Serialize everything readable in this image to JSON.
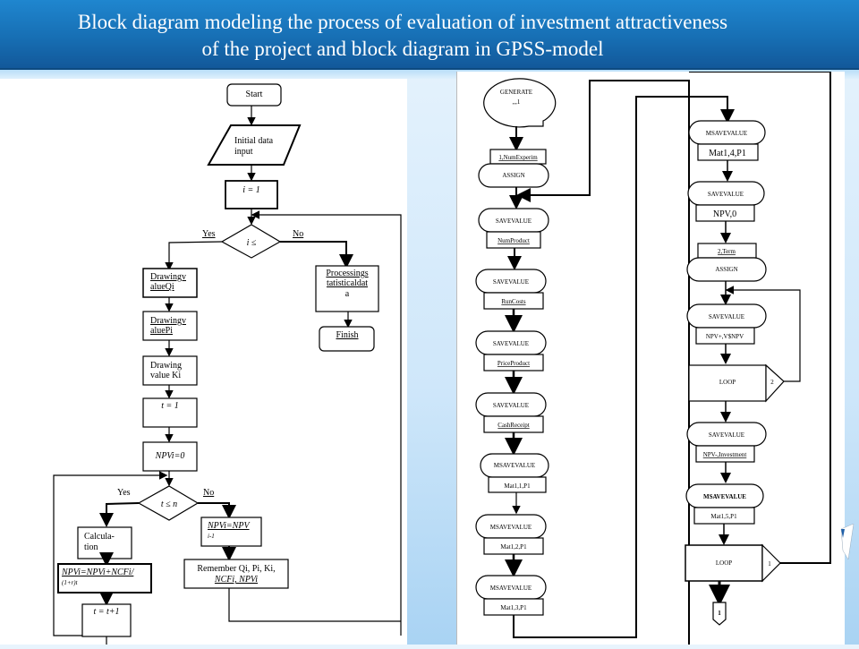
{
  "header": {
    "title_line1": "Block diagram modeling the process of evaluation of investment attractiveness",
    "title_line2": "of the project and block diagram in GPSS-model"
  },
  "left_diagram": {
    "start": "Start",
    "input_line1": "Initial data",
    "input_line2": "input",
    "init_i": "i = 1",
    "decision1": "i ≤",
    "yes1": "Yes",
    "no1": "No",
    "draw_q_line1": "Drawingv",
    "draw_q_line2": "alueQi",
    "draw_p_line1": "Drawingv",
    "draw_p_line2": "aluePi",
    "draw_k_line1": "Drawing",
    "draw_k_line2": "value Ki",
    "init_t": "t = 1",
    "npv_zero": "NPVi=0",
    "processing_line1": "Processings",
    "processing_line2": "tatisticaldat",
    "processing_line3": "a",
    "finish": "Finish",
    "decision2": "t ≤ n",
    "yes2": "Yes",
    "no2": "No",
    "calc_line1": "Calcula-",
    "calc_line2": "tion",
    "npv_formula_line1": "NPVi=NPVi+NCFi/",
    "npv_formula_line2": "(1+r)t",
    "npv_assign_line1": "NPVi=NPV",
    "npv_assign_line2": "i-1",
    "remember_line1": "Remember Qi, Pi, Ki,",
    "remember_line2": "NCFi, NPVi",
    "increment_t": "t = t+1"
  },
  "gpss_diagram": {
    "generate": "GENERATE",
    "generate_operand": ",,,1",
    "assign1_operand": "1,NumExperim",
    "assign1": "ASSIGN",
    "blocks": [
      {
        "name": "SAVEVALUE",
        "operand": "NumProduct"
      },
      {
        "name": "SAVEVALUE",
        "operand": "RunCosts"
      },
      {
        "name": "SAVEVALUE",
        "operand": "PriceProduct"
      },
      {
        "name": "SAVEVALUE",
        "operand": "CashReceipt"
      },
      {
        "name": "MSAVEVALUE",
        "operand": "Mat1,1,P1"
      },
      {
        "name": "MSAVEVALUE",
        "operand": "Mat1,2,P1"
      },
      {
        "name": "MSAVEVALUE",
        "operand": "Mat1,3,P1"
      }
    ],
    "blocks_col2": [
      {
        "name": "MSAVEVALUE",
        "operand": "Mat1,4,P1"
      },
      {
        "name": "SAVEVALUE",
        "operand": "NPV,0"
      }
    ],
    "assign2_operand": "2,Term",
    "assign2": "ASSIGN",
    "savevalue_npv": {
      "name": "SAVEVALUE",
      "operand": "NPV+,V$NPV"
    },
    "loop1": "LOOP",
    "loop1_param": "2",
    "savevalue_inv": {
      "name": "SAVEVALUE",
      "operand": "NPV-,Investment"
    },
    "msave_last": {
      "name": "MSAVEVALUE",
      "operand": "Mat1,5,P1"
    },
    "loop2": "LOOP",
    "loop2_param": "1",
    "connector": "1"
  }
}
